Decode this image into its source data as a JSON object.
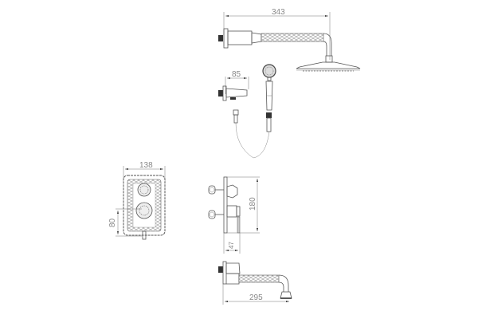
{
  "drawing": {
    "title": "Concealed shower system technical drawing",
    "colors": {
      "line": "#555555",
      "dimension": "#777777",
      "text": "#888888",
      "background": "#ffffff"
    },
    "components": [
      {
        "name": "overhead-shower-arm-with-head",
        "dimension_label": "343",
        "dimension_orientation": "horizontal"
      },
      {
        "name": "wall-outlet-elbow",
        "dimension_label": "85",
        "dimension_orientation": "horizontal"
      },
      {
        "name": "hand-shower-with-hose",
        "dimension_label": null
      },
      {
        "name": "valve-faceplate-front",
        "dimension_labels": {
          "width": "138",
          "height": "80"
        }
      },
      {
        "name": "valve-body-side",
        "dimension_labels": {
          "height": "180",
          "depth": "47"
        }
      },
      {
        "name": "bath-spout",
        "dimension_label": "295",
        "dimension_orientation": "horizontal"
      }
    ]
  },
  "labels": {
    "arm_length": "343",
    "outlet_width": "85",
    "plate_width": "138",
    "plate_height": "80",
    "valve_height": "180",
    "valve_depth": "47",
    "spout_length": "295"
  }
}
